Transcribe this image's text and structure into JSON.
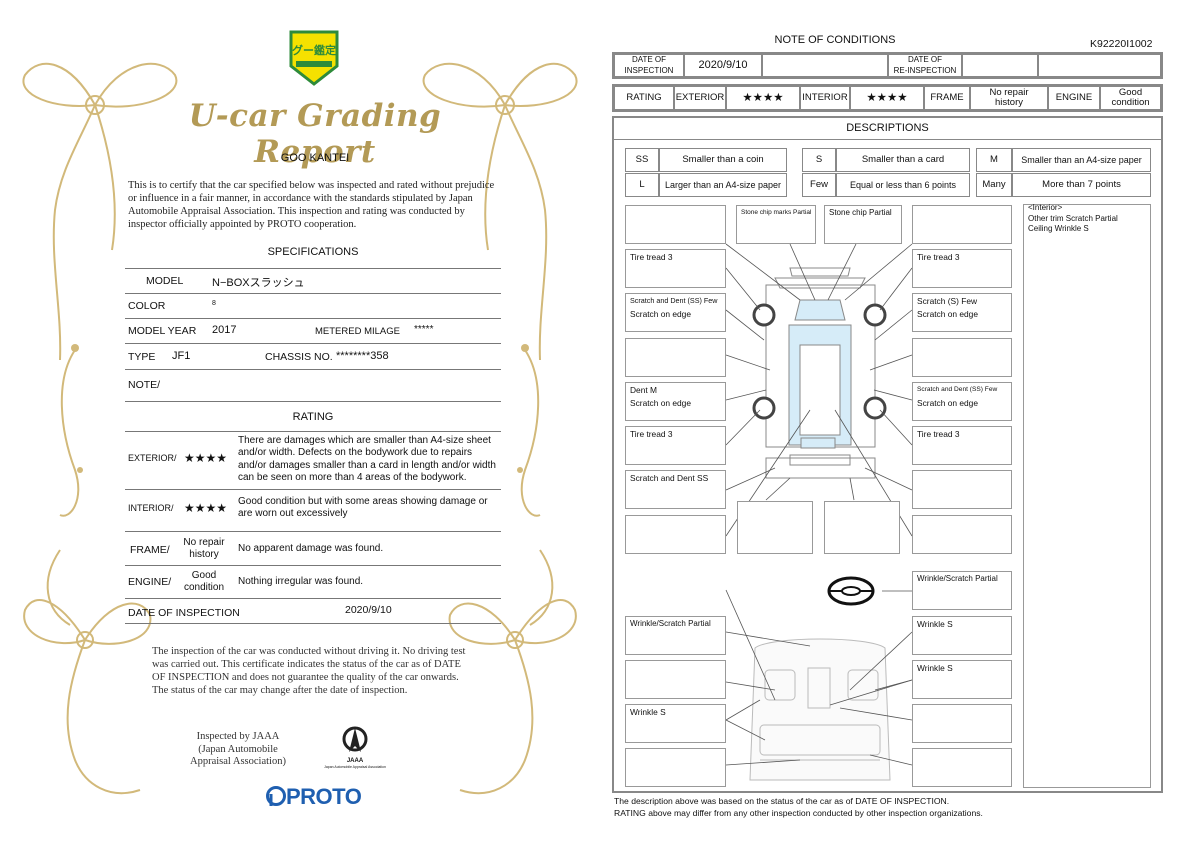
{
  "certificate": {
    "badge_text": "グー鑑定",
    "title": "U-car Grading Report",
    "subtitle": "GOO KANTEI",
    "certify_text": "This is to certify that the car specified below was inspected and rated without prejudice or influence in a fair manner, in accordance with the standards stipulated by Japan Automobile Appraisal Association. This inspection and rating was conducted by inspector officially appointed by PROTO cooperation.",
    "specifications": {
      "heading": "SPECIFICATIONS",
      "model_label": "MODEL",
      "model_value": "N−BOXスラッシュ",
      "color_label": "COLOR",
      "color_value": "8",
      "model_year_label": "MODEL YEAR",
      "model_year_value": "2017",
      "metered_mileage_label": "METERED MILAGE",
      "metered_mileage_value": "*****",
      "type_label": "TYPE",
      "type_value": "JF1",
      "chassis_label": "CHASSIS NO.",
      "chassis_value": "********358",
      "note_label": "NOTE/"
    },
    "rating": {
      "heading": "RATING",
      "exterior_label": "EXTERIOR/",
      "exterior_stars": "★★★★",
      "exterior_desc": "There are damages which are smaller than A4-size sheet and/or width. Defects on the bodywork due to repairs and/or damages smaller than a card in length and/or width can be seen on more than 4 areas of the bodywork.",
      "interior_label": "INTERIOR/",
      "interior_stars": "★★★★",
      "interior_desc": "Good condition but with some areas showing damage or are worn out excessively",
      "frame_label": "FRAME/",
      "frame_value_1": "No repair",
      "frame_value_2": "history",
      "frame_desc": "No apparent damage was found.",
      "engine_label": "ENGINE/",
      "engine_value_1": "Good",
      "engine_value_2": "condition",
      "engine_desc": "Nothing irregular was found.",
      "date_label": "DATE OF INSPECTION",
      "date_value": "2020/9/10"
    },
    "footnote": "The inspection of the car was conducted without driving it. No driving test was carried out. This certificate indicates the status of the car as of DATE OF INSPECTION and does not guarantee the quality of the car onwards. The status of the car may change after the date of inspection.",
    "inspected_by_1": "Inspected by JAAA",
    "inspected_by_2": "(Japan Automobile",
    "inspected_by_3": "Appraisal Association)",
    "jaaa_logo_text": "JAAA",
    "jaaa_sub": "Japan Automobile Appraisal Association",
    "proto_logo": "PROTO"
  },
  "note": {
    "title": "NOTE OF CONDITIONS",
    "doc_number": "K92220I1002",
    "date_of_inspection_label_1": "DATE OF",
    "date_of_inspection_label_2": "INSPECTION",
    "date_of_inspection_value": "2020/9/10",
    "reinspection_label_1": "DATE OF",
    "reinspection_label_2": "RE-INSPECTION",
    "rating_label": "RATING",
    "exterior_label": "EXTERIOR",
    "exterior_stars": "★★★★",
    "interior_label": "INTERIOR",
    "interior_stars": "★★★★",
    "frame_label": "FRAME",
    "frame_value_1": "No repair",
    "frame_value_2": "history",
    "engine_label": "ENGINE",
    "engine_value_1": "Good",
    "engine_value_2": "condition",
    "descriptions_heading": "DESCRIPTIONS",
    "legend": [
      {
        "code": "SS",
        "text": "Smaller than a coin"
      },
      {
        "code": "S",
        "text": "Smaller than a card"
      },
      {
        "code": "M",
        "text": "Smaller than an A4-size paper"
      },
      {
        "code": "L",
        "text": "Larger than an A4-size paper"
      },
      {
        "code": "Few",
        "text": "Equal or less than 6 points"
      },
      {
        "code": "Many",
        "text": "More than 7 points"
      }
    ],
    "boxes": {
      "front_left": "Stone chip marks  Partial",
      "front_right": "Stone chip   Partial",
      "tire_fl": "Tire tread   3",
      "tire_fr": "Tire tread   3",
      "left_1a": "Scratch and Dent (SS)   Few",
      "left_1b": "Scratch on edge",
      "right_1a": "Scratch (S)   Few",
      "right_1b": "Scratch on edge",
      "left_3a": "Dent   M",
      "left_3b": "Scratch on edge",
      "right_3a": "Scratch and Dent (SS)   Few",
      "right_3b": "Scratch on edge",
      "tire_rl": "Tire tread   3",
      "tire_rr": "Tire tread   3",
      "left_5": "Scratch and Dent   SS",
      "steering": "Wrinkle/Scratch   Partial",
      "int_left_1": "Wrinkle/Scratch   Partial",
      "int_right_1": "Wrinkle   S",
      "int_right_2": "Wrinkle   S",
      "int_left_3": "Wrinkle   S"
    },
    "interior_notes_1": "<Interior>",
    "interior_notes_2": "Other trim   Scratch   Partial",
    "interior_notes_3": "Ceiling   Wrinkle   S",
    "disclaimer_1": "The description above was based on the status of the car as of   DATE OF INSPECTION.",
    "disclaimer_2": "RATING above may differ from any other inspection conducted by other inspection organizations."
  }
}
